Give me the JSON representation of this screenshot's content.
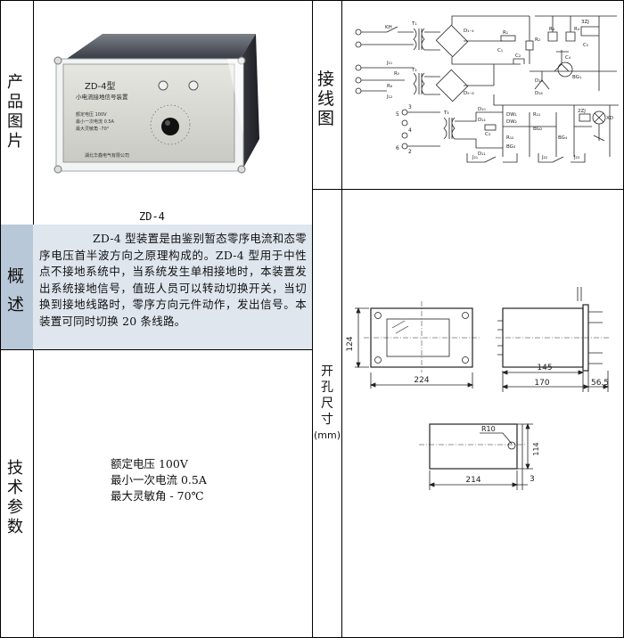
{
  "labels": {
    "product_image": [
      "产",
      "品",
      "图",
      "片"
    ],
    "wiring": [
      "接",
      "线",
      "图"
    ],
    "overview": [
      "概",
      "述"
    ],
    "specs": [
      "技",
      "术",
      "参",
      "数"
    ],
    "cutout": [
      "开",
      "孔",
      "尺",
      "寸"
    ],
    "cutout_unit": "(mm)"
  },
  "product": {
    "caption": "ZD-4",
    "front_title": "ZD-4型",
    "front_subtitle": "小电流接地信号装置",
    "front_lines": [
      "额定电压 100V",
      "最小一次电流 0.5A",
      "最大灵敏角 -70°"
    ],
    "maker": "湖北华鑫电气有限公司"
  },
  "overview_text": "ZD-4 型装置是由鉴别暂态零序电流和态零序电压首半波方向之原理构成的。ZD-4 型用于中性点不接地系统中，当系统发生单相接地时，本装置发出系统接地信号，值班人员可以转动切换开关，当切换到接地线路时，零序方向元件动作，发出信号。本装置可同时切换 20 条线路。",
  "specs": [
    "额定电压  100V",
    "最小一次电流  0.5A",
    "最大灵敏角 - 70℃"
  ],
  "dimensions": {
    "height": "124",
    "width": "224",
    "depth": "145",
    "depth_total": "170",
    "terminal": "56.5",
    "cutout_radius": "R10",
    "cutout_width": "214",
    "cutout_height": "114",
    "cutout_gap": "3"
  },
  "wiring": {
    "labels": [
      "KH",
      "T₁",
      "D₁₋₄",
      "R₁",
      "R₂",
      "R₃",
      "R₄",
      "C₁",
      "C₂",
      "3ZJ",
      "J₁₁",
      "T₂",
      "D₅₋₈",
      "R₅",
      "R₆",
      "C₃",
      "C₄",
      "C₅",
      "BG₁",
      "BG₂",
      "D₁₅",
      "D₁₆",
      "J₁₂",
      "T₃",
      "D₁₀",
      "D₁₁",
      "DW₁",
      "DW₂",
      "R₁₁",
      "R₁₂",
      "BG₃",
      "BG₄",
      "2ZJ",
      "XD",
      "J₂₁",
      "J₂₂",
      "J₂₃",
      "D₁₂"
    ],
    "terminals": [
      "3",
      "5",
      "4",
      "6",
      "2"
    ]
  }
}
